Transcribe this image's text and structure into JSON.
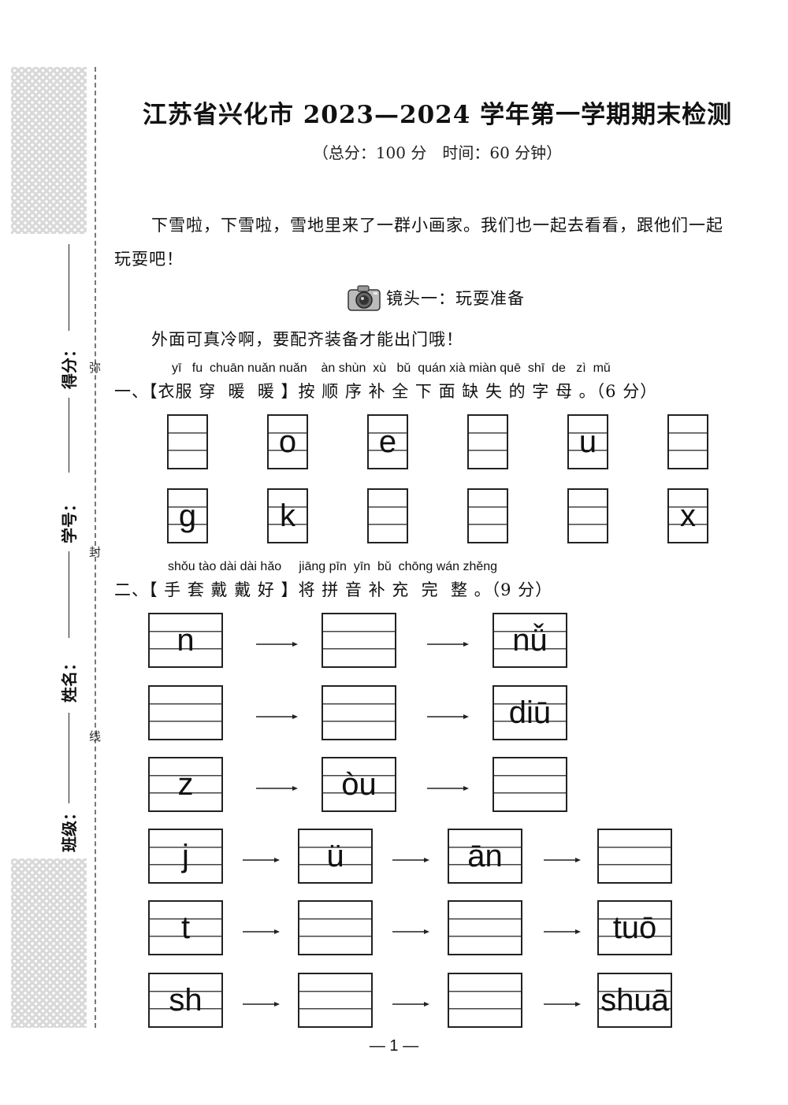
{
  "title": "江苏省兴化市 2023—2024 学年第一学期期末检测",
  "subtitle": "（总分：100 分　时间：60 分钟）",
  "side": {
    "labels": [
      "得分：",
      "学号：",
      "姓名：",
      "班级："
    ],
    "seal_chars": [
      "弥",
      "封",
      "线"
    ]
  },
  "intro": {
    "line1": "下雪啦，下雪啦，雪地里来了一群小画家。我们也一起去看看，跟他们一起",
    "line2": "玩耍吧！"
  },
  "section_heading": "镜头一：玩耍准备",
  "prompt": "外面可真冷啊，要配齐装备才能出门哦！",
  "q1": {
    "pinyin": "yī   fu  chuān nuǎn nuǎn    àn shùn  xù   bǔ  quán xià miàn quē  shī  de   zì  mǔ",
    "text": "一、【衣服 穿  暖  暖 】按 顺 序 补 全 下 面 缺 失 的 字 母 。（6 分）",
    "row1": [
      "",
      "o",
      "e",
      "",
      "u",
      ""
    ],
    "row2": [
      "g",
      "k",
      "",
      "",
      "",
      "x"
    ]
  },
  "q2": {
    "pinyin": "shǒu tào dài dài hǎo     jiāng pīn  yīn  bǔ  chōng wán zhěng",
    "text": "二、【 手 套 戴 戴 好 】将 拼 音 补 充  完  整 。（9 分）",
    "rows3": [
      [
        "n",
        "",
        "nǚ"
      ],
      [
        "",
        "",
        "diū"
      ],
      [
        "z",
        "òu",
        ""
      ]
    ],
    "rows4": [
      [
        "j",
        "ü",
        "ān",
        ""
      ],
      [
        "t",
        "",
        "",
        "tuō"
      ],
      [
        "sh",
        "",
        "",
        "shuā"
      ]
    ]
  },
  "page_number": "— 1 —"
}
